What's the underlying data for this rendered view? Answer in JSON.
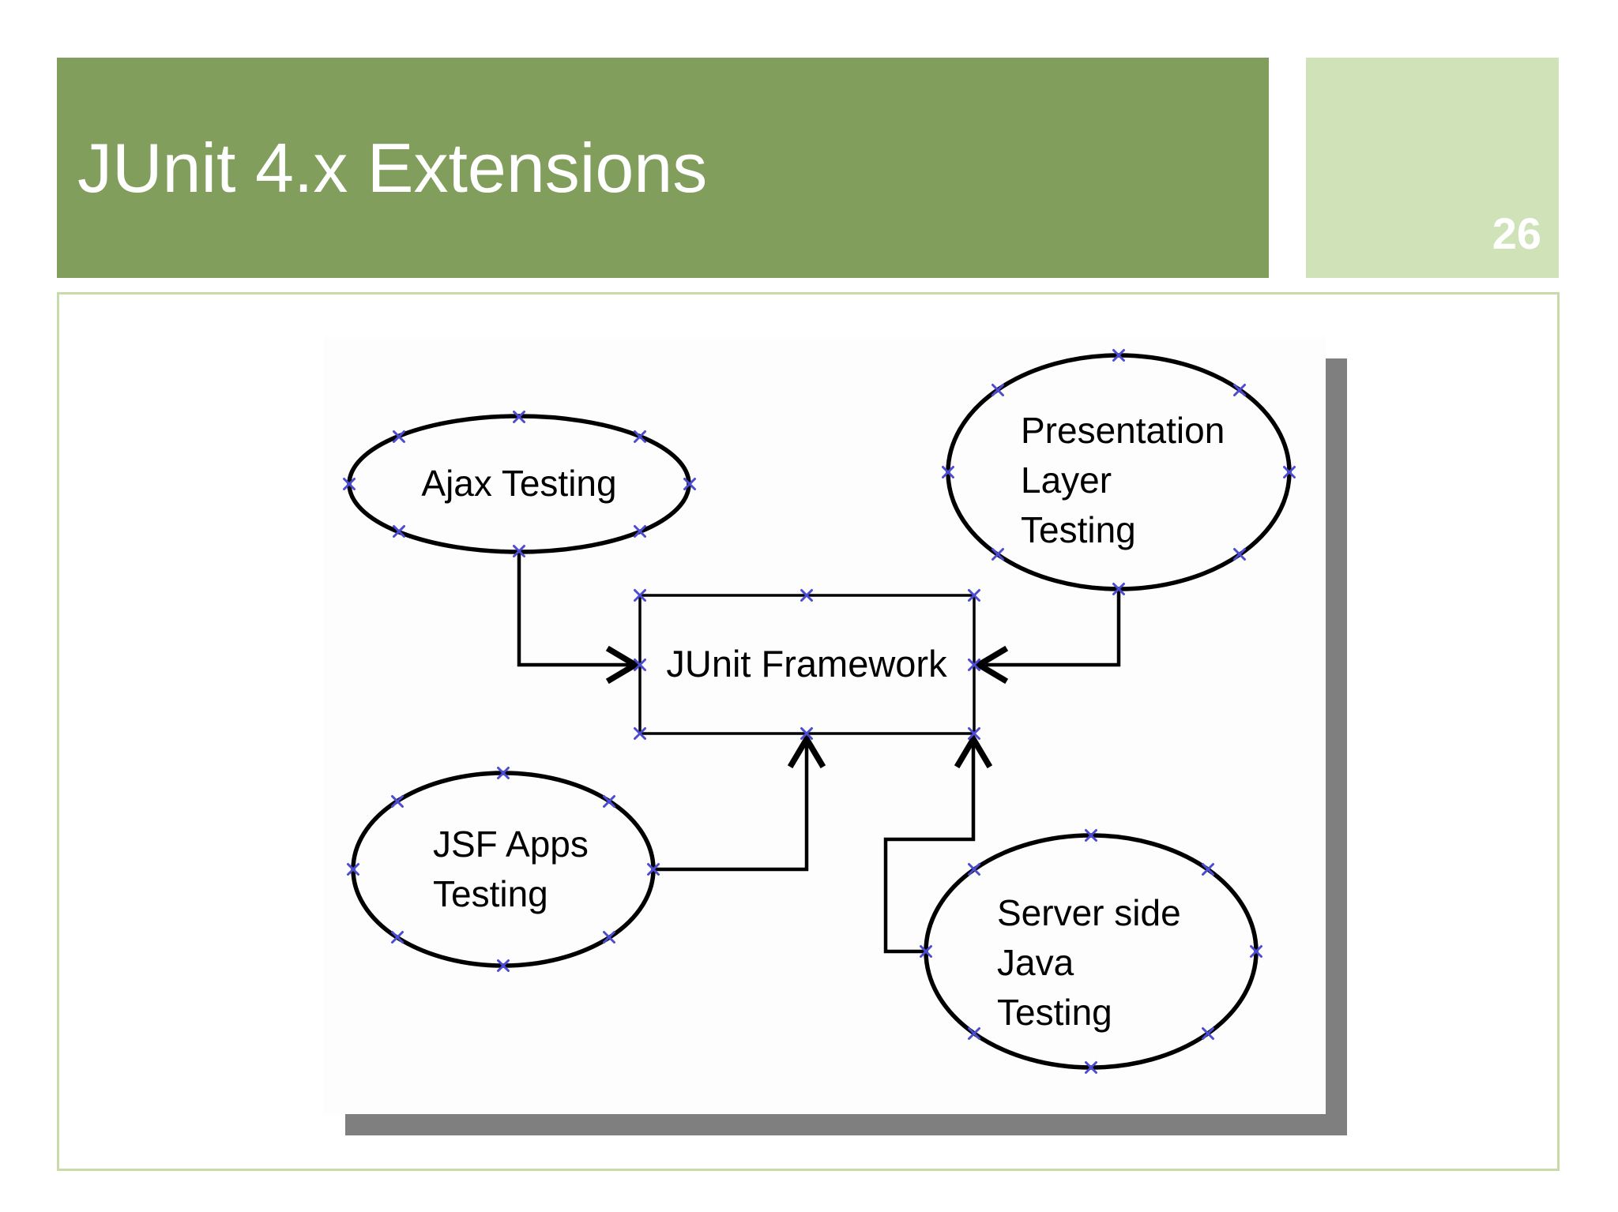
{
  "header": {
    "title": "JUnit 4.x Extensions",
    "page_number": "26"
  },
  "diagram": {
    "nodes": {
      "ajax": {
        "shape": "ellipse",
        "label": "Ajax Testing"
      },
      "presentation": {
        "shape": "ellipse",
        "lines": [
          "Presentation",
          "Layer",
          "Testing"
        ]
      },
      "junit": {
        "shape": "rectangle",
        "label": "JUnit Framework"
      },
      "jsf": {
        "shape": "ellipse",
        "lines": [
          "JSF Apps",
          "Testing"
        ]
      },
      "server": {
        "shape": "ellipse",
        "lines": [
          "Server side",
          "Java",
          "Testing"
        ]
      }
    },
    "edges": [
      {
        "from": "ajax",
        "to": "junit"
      },
      {
        "from": "presentation",
        "to": "junit"
      },
      {
        "from": "jsf",
        "to": "junit"
      },
      {
        "from": "server",
        "to": "junit"
      }
    ]
  },
  "colors": {
    "header_bar": "#819e5d",
    "page_box": "#cfe2b8",
    "frame_border": "#c7dba8",
    "diagram_shadow": "#7f7f7f",
    "anchor_marks": "#4c4cd2",
    "title_text": "#ffffff",
    "diagram_text": "#000000"
  }
}
